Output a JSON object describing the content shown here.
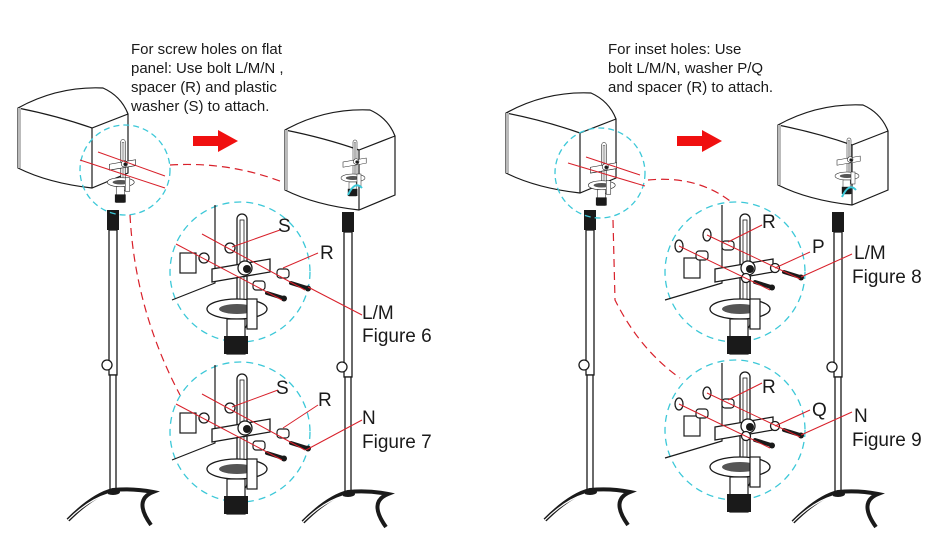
{
  "left_panel": {
    "caption": "For screw holes on flat\npanel: Use bolt L/M/N ,\nspacer (R) and plastic\nwasher (S) to attach.",
    "figure_top": {
      "labels": {
        "washer": "S",
        "spacer": "R",
        "bolt": "L/M"
      },
      "figure_label": "Figure 6"
    },
    "figure_bottom": {
      "labels": {
        "washer": "S",
        "spacer": "R",
        "bolt": "N"
      },
      "figure_label": "Figure 7"
    }
  },
  "right_panel": {
    "caption": "For inset holes: Use\nbolt L/M/N, washer P/Q\nand spacer (R) to attach.",
    "figure_top": {
      "labels": {
        "spacer": "R",
        "washer": "P",
        "bolt": "L/M"
      },
      "figure_label": "Figure 8"
    },
    "figure_bottom": {
      "labels": {
        "spacer": "R",
        "washer": "Q",
        "bolt": "N"
      },
      "figure_label": "Figure 9"
    }
  },
  "colors": {
    "arrow": "#f01010",
    "leader_line": "#d8202a",
    "detail_circle": "#3cc8d8",
    "line_art": "#1a1a1a"
  },
  "icons": [
    "speaker-icon",
    "speaker-stand-icon",
    "right-arrow-icon",
    "bolt-icon",
    "spacer-icon",
    "washer-icon",
    "bracket-icon"
  ]
}
